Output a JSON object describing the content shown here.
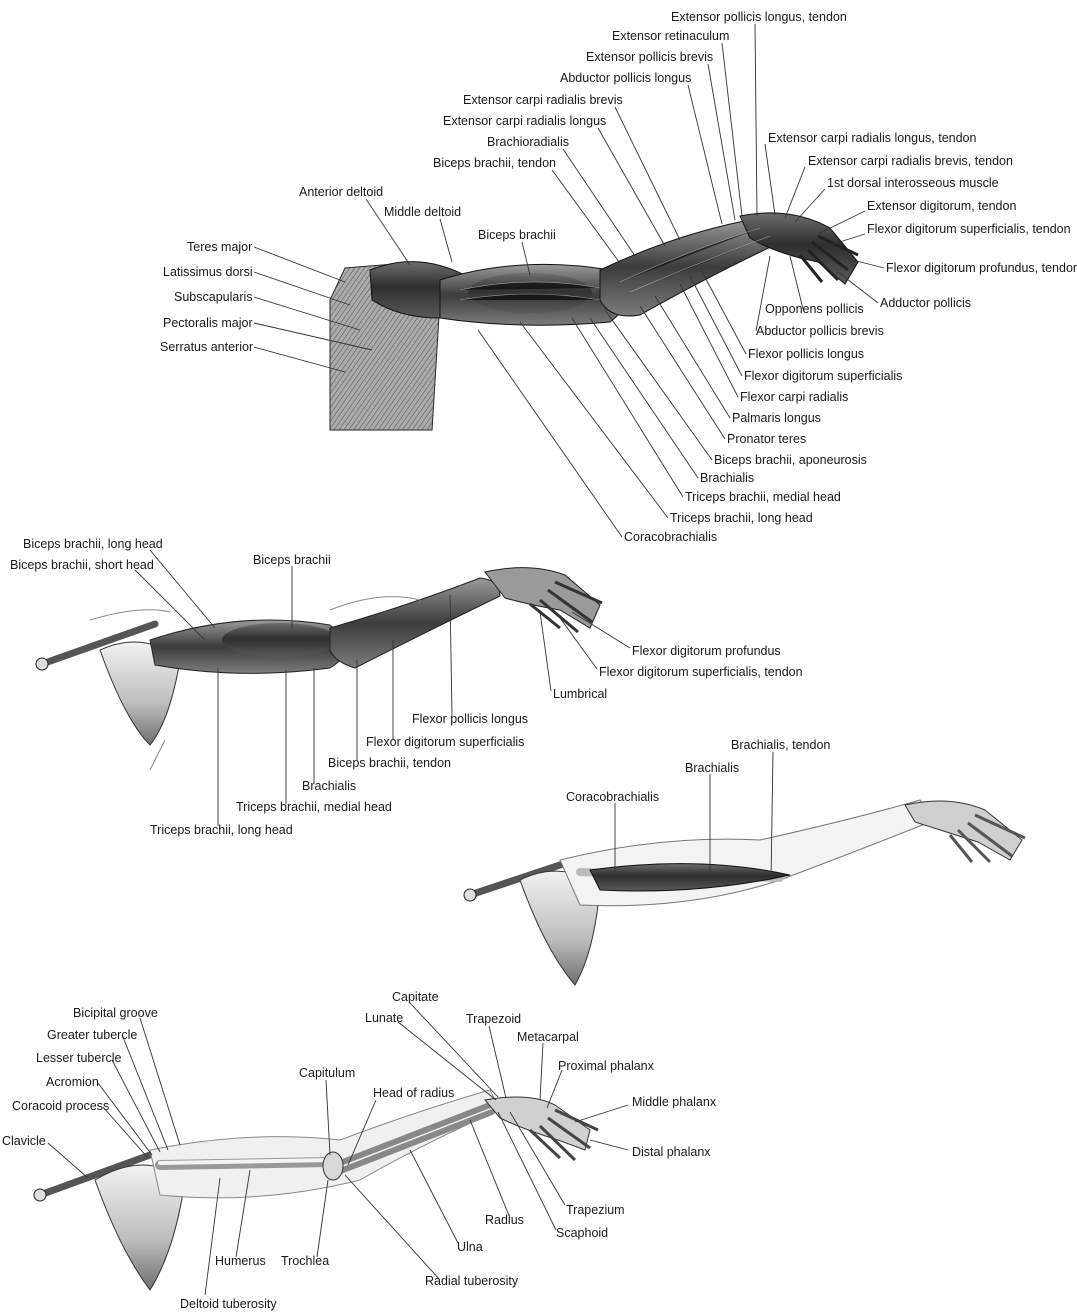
{
  "figure_1": {
    "labels": {
      "epl_tendon": "Extensor pollicis longus, tendon",
      "ext_retinaculum": "Extensor retinaculum",
      "epb": "Extensor pollicis brevis",
      "apl": "Abductor pollicis longus",
      "ecrb": "Extensor carpi radialis brevis",
      "ecrl": "Extensor carpi radialis longus",
      "brachioradialis": "Brachioradialis",
      "biceps_tendon": "Biceps brachii, tendon",
      "anterior_deltoid": "Anterior deltoid",
      "middle_deltoid": "Middle deltoid",
      "biceps": "Biceps brachii",
      "teres_major": "Teres major",
      "latissimus": "Latissimus dorsi",
      "subscapularis": "Subscapularis",
      "pectoralis": "Pectoralis major",
      "serratus": "Serratus anterior",
      "ecrl_tendon": "Extensor carpi radialis longus, tendon",
      "ecrb_tendon": "Extensor carpi radialis brevis, tendon",
      "dorsal_interosseous": "1st dorsal interosseous muscle",
      "ed_tendon": "Extensor digitorum, tendon",
      "fds_tendon": "Flexor digitorum superficialis, tendon",
      "fdp_tendon": "Flexor digitorum profundus, tendon",
      "adductor_pollicis": "Adductor pollicis",
      "opponens": "Opponens pollicis",
      "apb": "Abductor pollicis brevis",
      "fpl": "Flexor pollicis longus",
      "fds": "Flexor digitorum superficialis",
      "fcr": "Flexor carpi radialis",
      "palmaris": "Palmaris longus",
      "pronator": "Pronator teres",
      "biceps_aponeurosis": "Biceps brachii, aponeurosis",
      "brachialis": "Brachialis",
      "triceps_medial": "Triceps brachii, medial head",
      "triceps_long": "Triceps brachii, long head",
      "coracobrachialis": "Coracobrachialis"
    }
  },
  "figure_2": {
    "labels": {
      "biceps_long": "Biceps brachii, long head",
      "biceps_short": "Biceps brachii, short head",
      "biceps": "Biceps brachii",
      "fdp": "Flexor digitorum profundus",
      "fds_tendon": "Flexor digitorum superficialis, tendon",
      "lumbrical": "Lumbrical",
      "fpl": "Flexor pollicis longus",
      "fds": "Flexor digitorum superficialis",
      "biceps_tendon": "Biceps brachii, tendon",
      "brachialis": "Brachialis",
      "triceps_medial": "Triceps brachii, medial head",
      "triceps_long": "Triceps brachii, long head"
    }
  },
  "figure_3": {
    "labels": {
      "brachialis_tendon": "Brachialis, tendon",
      "brachialis": "Brachialis",
      "coracobrachialis": "Coracobrachialis"
    }
  },
  "figure_4": {
    "labels": {
      "capitate": "Capitate",
      "lunate": "Lunate",
      "trapezoid": "Trapezoid",
      "metacarpal": "Metacarpal",
      "bicipital_groove": "Bicipital groove",
      "greater_tubercle": "Greater tubercle",
      "lesser_tubercle": "Lesser tubercle",
      "acromion": "Acromion",
      "coracoid": "Coracoid process",
      "clavicle": "Clavicle",
      "capitulum": "Capitulum",
      "head_radius": "Head of radius",
      "proximal_phalanx": "Proximal phalanx",
      "middle_phalanx": "Middle phalanx",
      "distal_phalanx": "Distal phalanx",
      "trapezium": "Trapezium",
      "radius": "Radius",
      "scaphoid": "Scaphoid",
      "ulna": "Ulna",
      "humerus": "Humerus",
      "trochlea": "Trochlea",
      "radial_tuberosity": "Radial tuberosity",
      "deltoid_tuberosity": "Deltoid tuberosity"
    }
  },
  "colors": {
    "ink": "#1a1a1a",
    "muscle_dark": "#3a3a3a",
    "muscle_mid": "#8c8c8c",
    "bone": "#e6e6e6",
    "skin": "#f4f4f4"
  }
}
